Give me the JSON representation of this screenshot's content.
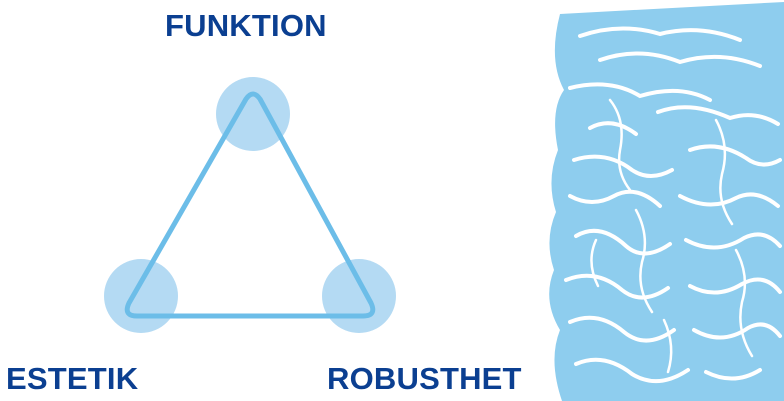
{
  "labels": {
    "top": "FUNKTION",
    "left": "ESTETIK",
    "right": "ROBUSTHET"
  },
  "colors": {
    "label_text": "#0b3f91",
    "triangle_stroke": "#6cbde8",
    "node_fill": "#b4daf3",
    "portrait_fill": "#8ecdee",
    "portrait_line": "#ffffff"
  },
  "icons": {
    "portrait": "engraved-bearded-man-portrait"
  }
}
